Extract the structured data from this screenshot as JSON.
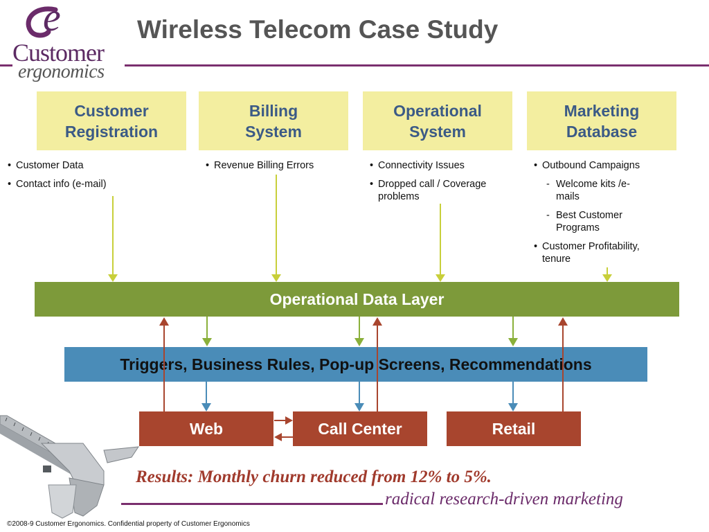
{
  "header": {
    "logo": {
      "e": "e",
      "customer": "Customer",
      "ergonomics": "ergonomics"
    },
    "title": "Wireless Telecom Case Study"
  },
  "sources": [
    {
      "line1": "Customer",
      "line2": "Registration"
    },
    {
      "line1": "Billing",
      "line2": "System"
    },
    {
      "line1": "Operational",
      "line2": "System"
    },
    {
      "line1": "Marketing",
      "line2": "Database"
    }
  ],
  "lists": {
    "registration": [
      "Customer Data",
      "Contact info (e-mail)"
    ],
    "billing": [
      "Revenue Billing Errors"
    ],
    "operational": [
      "Connectivity Issues",
      "Dropped call / Coverage problems"
    ],
    "marketing": {
      "item1": "Outbound Campaigns",
      "sub1": "Welcome kits /e-mails",
      "sub2": "Best Customer Programs",
      "item2": "Customer Profitability, tenure"
    }
  },
  "layers": {
    "operational_data": "Operational Data Layer",
    "triggers": "Triggers, Business Rules, Pop-up Screens, Recommendations"
  },
  "channels": [
    "Web",
    "Call Center",
    "Retail"
  ],
  "footer": {
    "results": "Results: Monthly churn reduced from 12% to 5%.",
    "tagline": "radical research-driven marketing",
    "copyright": "©2008-9 Customer Ergonomics. Confidential property of Customer Ergonomics"
  },
  "colors": {
    "brand_purple": "#7a2f6e",
    "source_box": "#f3eea0",
    "source_text": "#3b5a86",
    "odl_green": "#7d9a3a",
    "trigger_blue": "#4a8cb8",
    "channel_red": "#a8452e",
    "arrow_green": "#8ab03a",
    "arrow_yellow": "#c8cf3a",
    "arrow_blue": "#4a8cb8",
    "arrow_red": "#a8452e"
  }
}
